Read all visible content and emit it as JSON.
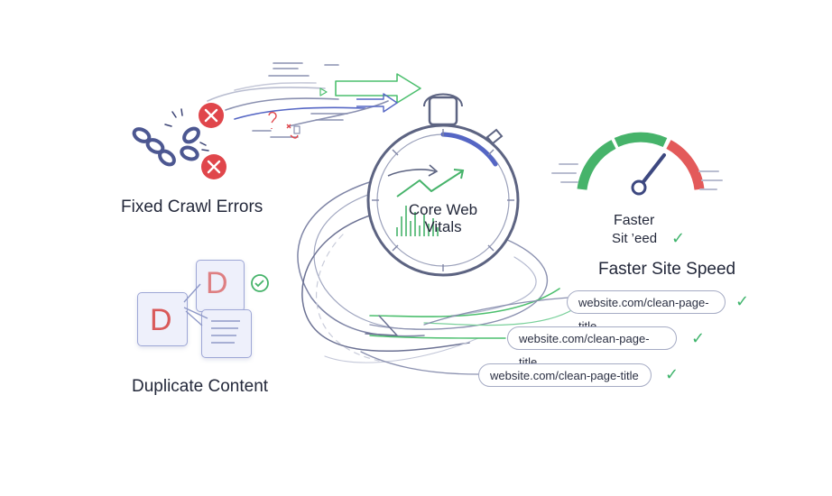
{
  "sections": {
    "crawl": {
      "label": "Fixed Crawl Errors"
    },
    "duplicate": {
      "label": "Duplicate Content",
      "doc_letter_front": "D",
      "doc_letter_back": "D"
    },
    "core_web_vitals": {
      "line1": "Core Web",
      "line2": "Vitals"
    },
    "speed": {
      "label": "Faster Site Speed",
      "small_line1": "Faster",
      "small_line2": "Sit ’eed"
    }
  },
  "urls": [
    "website.com/clean-page-title",
    "website.com/clean-page-title",
    "website.com/clean-page-title"
  ],
  "check_glyph": "✓",
  "colors": {
    "outline": "#5d6482",
    "accent_blue": "#5566c4",
    "accent_green": "#4cbf6e",
    "error_red": "#e0464b",
    "gauge_red": "#e35a5a",
    "gauge_green": "#46b36a"
  },
  "icons": [
    "broken-chain-icon",
    "error-x-icon",
    "stopwatch-icon",
    "speed-gauge-icon",
    "document-icon",
    "check-icon",
    "arrow-icon"
  ]
}
